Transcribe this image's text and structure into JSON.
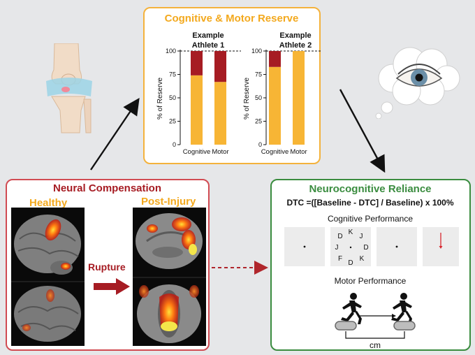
{
  "colors": {
    "orange": "#f7b535",
    "dark_red": "#a61c23",
    "red_border": "#d14b52",
    "green": "#3a8c3f",
    "grey_bg": "#e6e7e9"
  },
  "reserve": {
    "title": "Cognitive & Motor Reserve",
    "athlete1": {
      "title_line1": "Example",
      "title_line2": "Athlete 1"
    },
    "athlete2": {
      "title_line1": "Example",
      "title_line2": "Athlete 2"
    },
    "ylabel": "% of Reserve",
    "ticks": [
      "0",
      "25",
      "50",
      "75",
      "100"
    ],
    "categories": [
      "Cognitive",
      "Motor"
    ]
  },
  "chart_data": [
    {
      "type": "bar",
      "title": "Example Athlete 1",
      "ylabel": "% of Reserve",
      "ylim": [
        0,
        100
      ],
      "categories": [
        "Cognitive",
        "Motor"
      ],
      "series": [
        {
          "values": [
            74,
            67
          ]
        },
        {
          "values": [
            26,
            33
          ]
        }
      ]
    },
    {
      "type": "bar",
      "title": "Example Athlete 2",
      "ylabel": "% of Reserve",
      "ylim": [
        0,
        100
      ],
      "categories": [
        "Cognitive",
        "Motor"
      ],
      "series": [
        {
          "values": [
            83,
            100
          ]
        },
        {
          "values": [
            17,
            0
          ]
        }
      ]
    }
  ],
  "neural": {
    "title": "Neural Compensation",
    "healthy": "Healthy",
    "post_injury": "Post-Injury",
    "rupture": "Rupture"
  },
  "reliance": {
    "title": "Neurocognitive Reliance",
    "formula": "DTC =([Baseline - DTC] / Baseline) x 100%",
    "cognitive_label": "Cognitive Performance",
    "letters": [
      "K",
      "D",
      "J",
      "J",
      "D",
      "F",
      "K",
      "D"
    ],
    "motor_label": "Motor Performance",
    "unit": "cm"
  }
}
